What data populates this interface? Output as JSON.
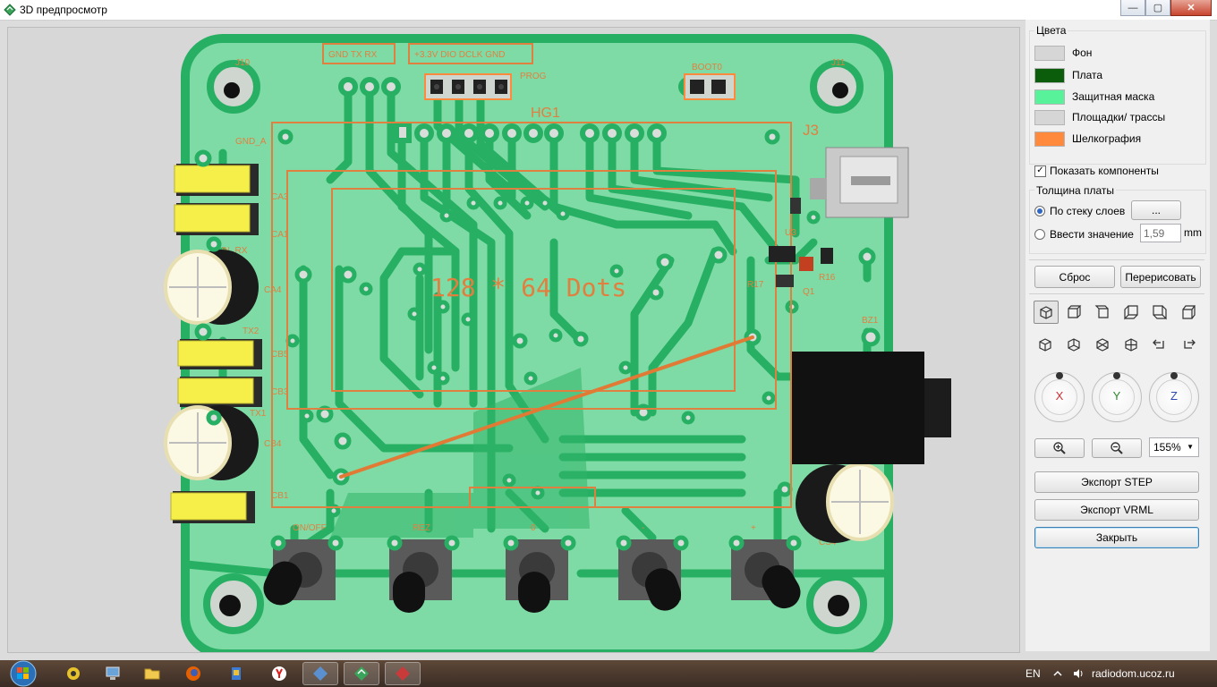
{
  "window": {
    "title": "3D предпросмотр",
    "controls": {
      "minimize": "—",
      "maximize": "▢",
      "close": "✕"
    }
  },
  "board": {
    "silk_labels": [
      "J10",
      "J11",
      "GND TX RX",
      "+3.3V DIO DCLK GND",
      "PROG",
      "BOOT0",
      "HG1",
      "J3",
      "GND_A",
      "CA3",
      "CA1",
      "IN_RX",
      "CA4",
      "TX2",
      "CB5",
      "CB3",
      "TX1",
      "CB4",
      "CB1",
      "128 * 64 Dots",
      "U3",
      "R16",
      "R17",
      "Q1",
      "BZ1",
      "ON/OFF",
      "REZ",
      "0",
      "-",
      "+",
      "CS4"
    ]
  },
  "panel": {
    "colors_title": "Цвета",
    "colors": [
      {
        "label": "Фон",
        "color": "#d6d6d6"
      },
      {
        "label": "Плата",
        "color": "#0b5d0b"
      },
      {
        "label": "Защитная маска",
        "color": "#58f29a"
      },
      {
        "label": "Площадки/ трассы",
        "color": "#d6d6d6"
      },
      {
        "label": "Шелкография",
        "color": "#ff8a3d"
      }
    ],
    "show_components": "Показать компоненты",
    "thickness_title": "Толщина платы",
    "by_stack": "По стеку слоев",
    "stack_button": "...",
    "enter_value": "Ввести значение",
    "thickness_value": "1,59",
    "unit": "mm",
    "reset_button": "Сброс",
    "redraw_button": "Перерисовать",
    "zoom_value": "155%",
    "dial_x": "X",
    "dial_y": "Y",
    "dial_z": "Z",
    "export_step": "Экспорт STEP",
    "export_vrml": "Экспорт VRML",
    "close_button": "Закрыть"
  },
  "taskbar": {
    "language": "EN",
    "site": "radiodom.ucoz.ru"
  }
}
